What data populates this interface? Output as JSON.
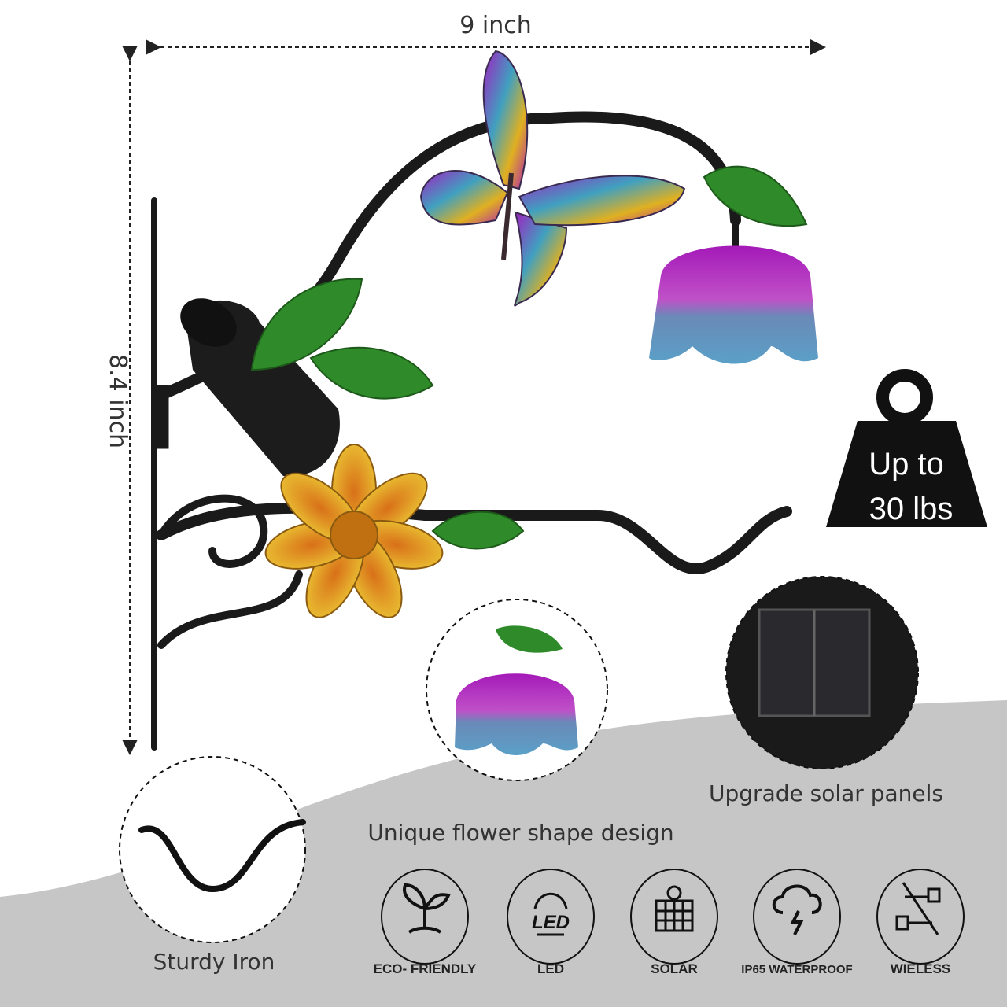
{
  "dimensions": {
    "width_label": "9 inch",
    "height_label": "8.4 inch"
  },
  "weight_badge": {
    "line1": "Up to",
    "line2": "30 lbs"
  },
  "features": {
    "hook": "Sturdy Iron",
    "flower": "Unique flower shape design",
    "solar": "Upgrade solar panels"
  },
  "badges": [
    {
      "label": "ECO- FRIENDLY",
      "icon": "sprout-icon"
    },
    {
      "label": "LED",
      "icon": "led-icon",
      "icon_text": "LED"
    },
    {
      "label": "SOLAR",
      "icon": "solar-panel-icon"
    },
    {
      "label": "IP65 WATERPROOF",
      "icon": "rain-cloud-icon"
    },
    {
      "label": "WIELESS",
      "icon": "no-plug-icon"
    }
  ],
  "colors": {
    "background_gray": "#c6c6c6",
    "ink": "#1a1a1a",
    "purple": "#a020b0",
    "leaf": "#2f8a2a",
    "gold": "#d89a20"
  }
}
